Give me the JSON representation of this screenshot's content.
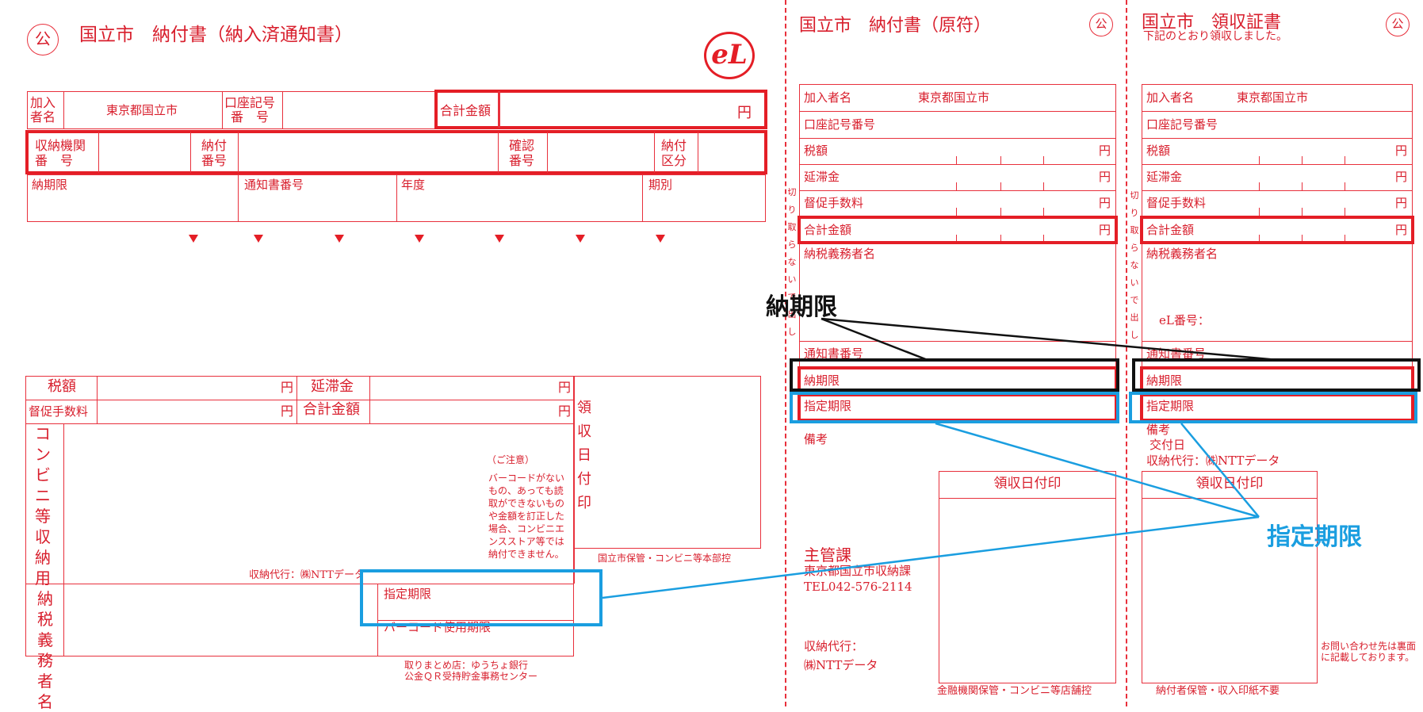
{
  "colors": {
    "form_red": "#d81e2c",
    "annotation_black": "#111111",
    "annotation_blue": "#1a9ee0"
  },
  "yen": "円",
  "kou": "公",
  "el_logo": "eL",
  "left": {
    "title": "国立市　納付書（納入済通知書）",
    "kanyu_label": "加入\n者名",
    "kanyu_value": "東京都国立市",
    "koza_label": "口座記号\n番　号",
    "gokei_label": "合計金額",
    "shuno_label": "収納機関\n番　号",
    "nofu_bango_label": "納付\n番号",
    "kakunin_label": "確認\n番号",
    "nofu_kubun_label": "納付\n区分",
    "noki_label": "納期限",
    "tsuchi_label": "通知書番号",
    "nendo_label": "年度",
    "kibetsu_label": "期別",
    "zeigaku_label": "税額",
    "entai_label": "延滞金",
    "tokusoku_label": "督促手数料",
    "gokei2_label": "合計金額",
    "ryoshu_vertical": "領収日付印",
    "conveni_vertical": "コンビニ等収納用",
    "chui_title": "（ご注意）",
    "chui_body": "バーコードがないもの、あっても読取ができないものや金額を訂正した場合、コンビニエンスストア等では納付できません。",
    "hokan_note": "国立市保管・コンビニ等本部控",
    "shuno_daiko": "収納代行：㈱NTTデータ",
    "nozei_vertical": "納税義務者名",
    "shitei_label": "指定期限",
    "barcode_label": "バーコード使用期限",
    "toritamatome": "取りまとめ店：ゆうちょ銀行\n公金ＱＲ受持貯金事務センター"
  },
  "middle": {
    "title": "国立市　納付書（原符）",
    "kanyu_label": "加入者名",
    "kanyu_value": "東京都国立市",
    "koza_label": "口座記号番号",
    "zeigaku_label": "税額",
    "entai_label": "延滞金",
    "tokusoku_label": "督促手数料",
    "gokei_label": "合計金額",
    "nozei_label": "納税義務者名",
    "tsuchi_label": "通知書番号",
    "noki_label": "納期限",
    "shitei_label": "指定期限",
    "biko_label": "備考",
    "kiri_vertical": "切り取らないで出し",
    "ryoshu_label": "領収日付印",
    "shukanka": "主管課",
    "shukanka_detail": "東京都国立市収納課\nTEL042-576-2114",
    "shuno_daiko_label": "収納代行：",
    "shuno_daiko_value": "㈱NTTデータ",
    "hokan_note": "金融機関保管・コンビニ等店舗控"
  },
  "right": {
    "title": "国立市　領収証書",
    "subtitle": "下記のとおり領収しました。",
    "kanyu_label": "加入者名",
    "kanyu_value": "東京都国立市",
    "koza_label": "口座記号番号",
    "zeigaku_label": "税額",
    "entai_label": "延滞金",
    "tokusoku_label": "督促手数料",
    "gokei_label": "合計金額",
    "nozei_label": "納税義務者名",
    "el_bango": "eL番号：",
    "tsuchi_label": "通知書番号",
    "noki_label": "納期限",
    "shitei_label": "指定期限",
    "biko_label": "備考",
    "kofu_label": "交付日",
    "shuno_daiko": "収納代行：㈱NTTデータ",
    "kiri_vertical": "切り取らないで出し",
    "ryoshu_label": "領収日付印",
    "toiawase": "お問い合わせ先は裏面に記載しております。",
    "hokan_note": "納付者保管・収入印紙不要"
  },
  "annotations": {
    "noki": "納期限",
    "shitei": "指定期限"
  }
}
